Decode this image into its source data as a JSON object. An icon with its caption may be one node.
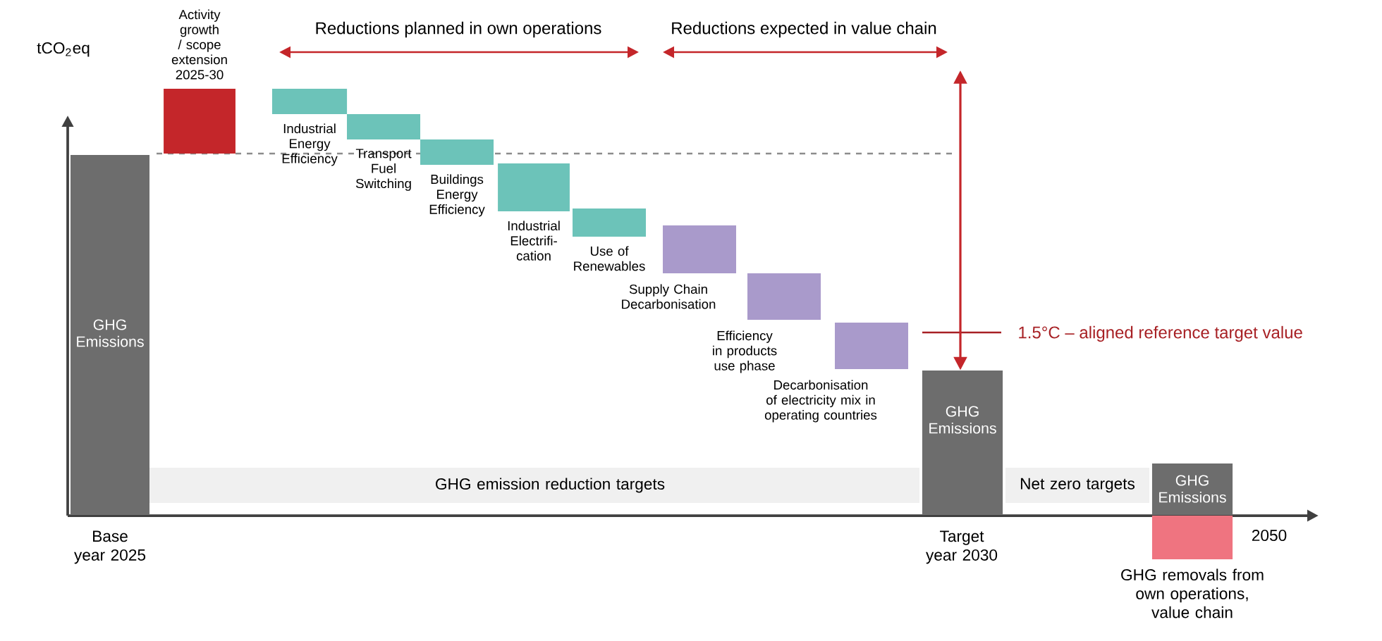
{
  "diagram": {
    "nodes": [
      {
        "text": [
          "GHG Emissions"
        ]
      },
      {
        "text": [
          "Activity growth / scope extension 2025-30"
        ]
      },
      {
        "text": [
          "Industrial Energy Efficiency"
        ]
      },
      {
        "text": [
          "Transport Fuel Switching"
        ]
      },
      {
        "text": [
          "Buildings Energy Efficiency"
        ]
      },
      {
        "text": [
          "Industrial Electrifi- cation"
        ]
      },
      {
        "text": [
          "Use of Renewables"
        ]
      },
      {
        "text": [
          "Supply Chain Decarbonisation"
        ]
      },
      {
        "text": [
          "Efficiency in products use phase"
        ]
      },
      {
        "text": [
          "Decarbonisation of electricity mix in operating countries"
        ]
      },
      {
        "text": [
          "GHG Emissions"
        ]
      },
      {
        "text": [
          "GHG Emissions"
        ]
      },
      {
        "text": [
          "GHG removals from own operations, value chain"
        ]
      },
      {
        "text": [
          "GHG emission reduction targets"
        ]
      },
      {
        "text": [
          "Net zero targets"
        ]
      }
    ],
    "edges": [
      {
        "from": null,
        "to": 10,
        "arrow": "both",
        "color": "#c4262a"
      }
    ],
    "labels": [
      "tCO$_{2}$eq",
      "Reductions planned in own operations",
      "Reductions expected in value chain",
      "1.5°C – aligned reference target value",
      "Base year 2025",
      "Target year 2030",
      "2050"
    ]
  }
}
